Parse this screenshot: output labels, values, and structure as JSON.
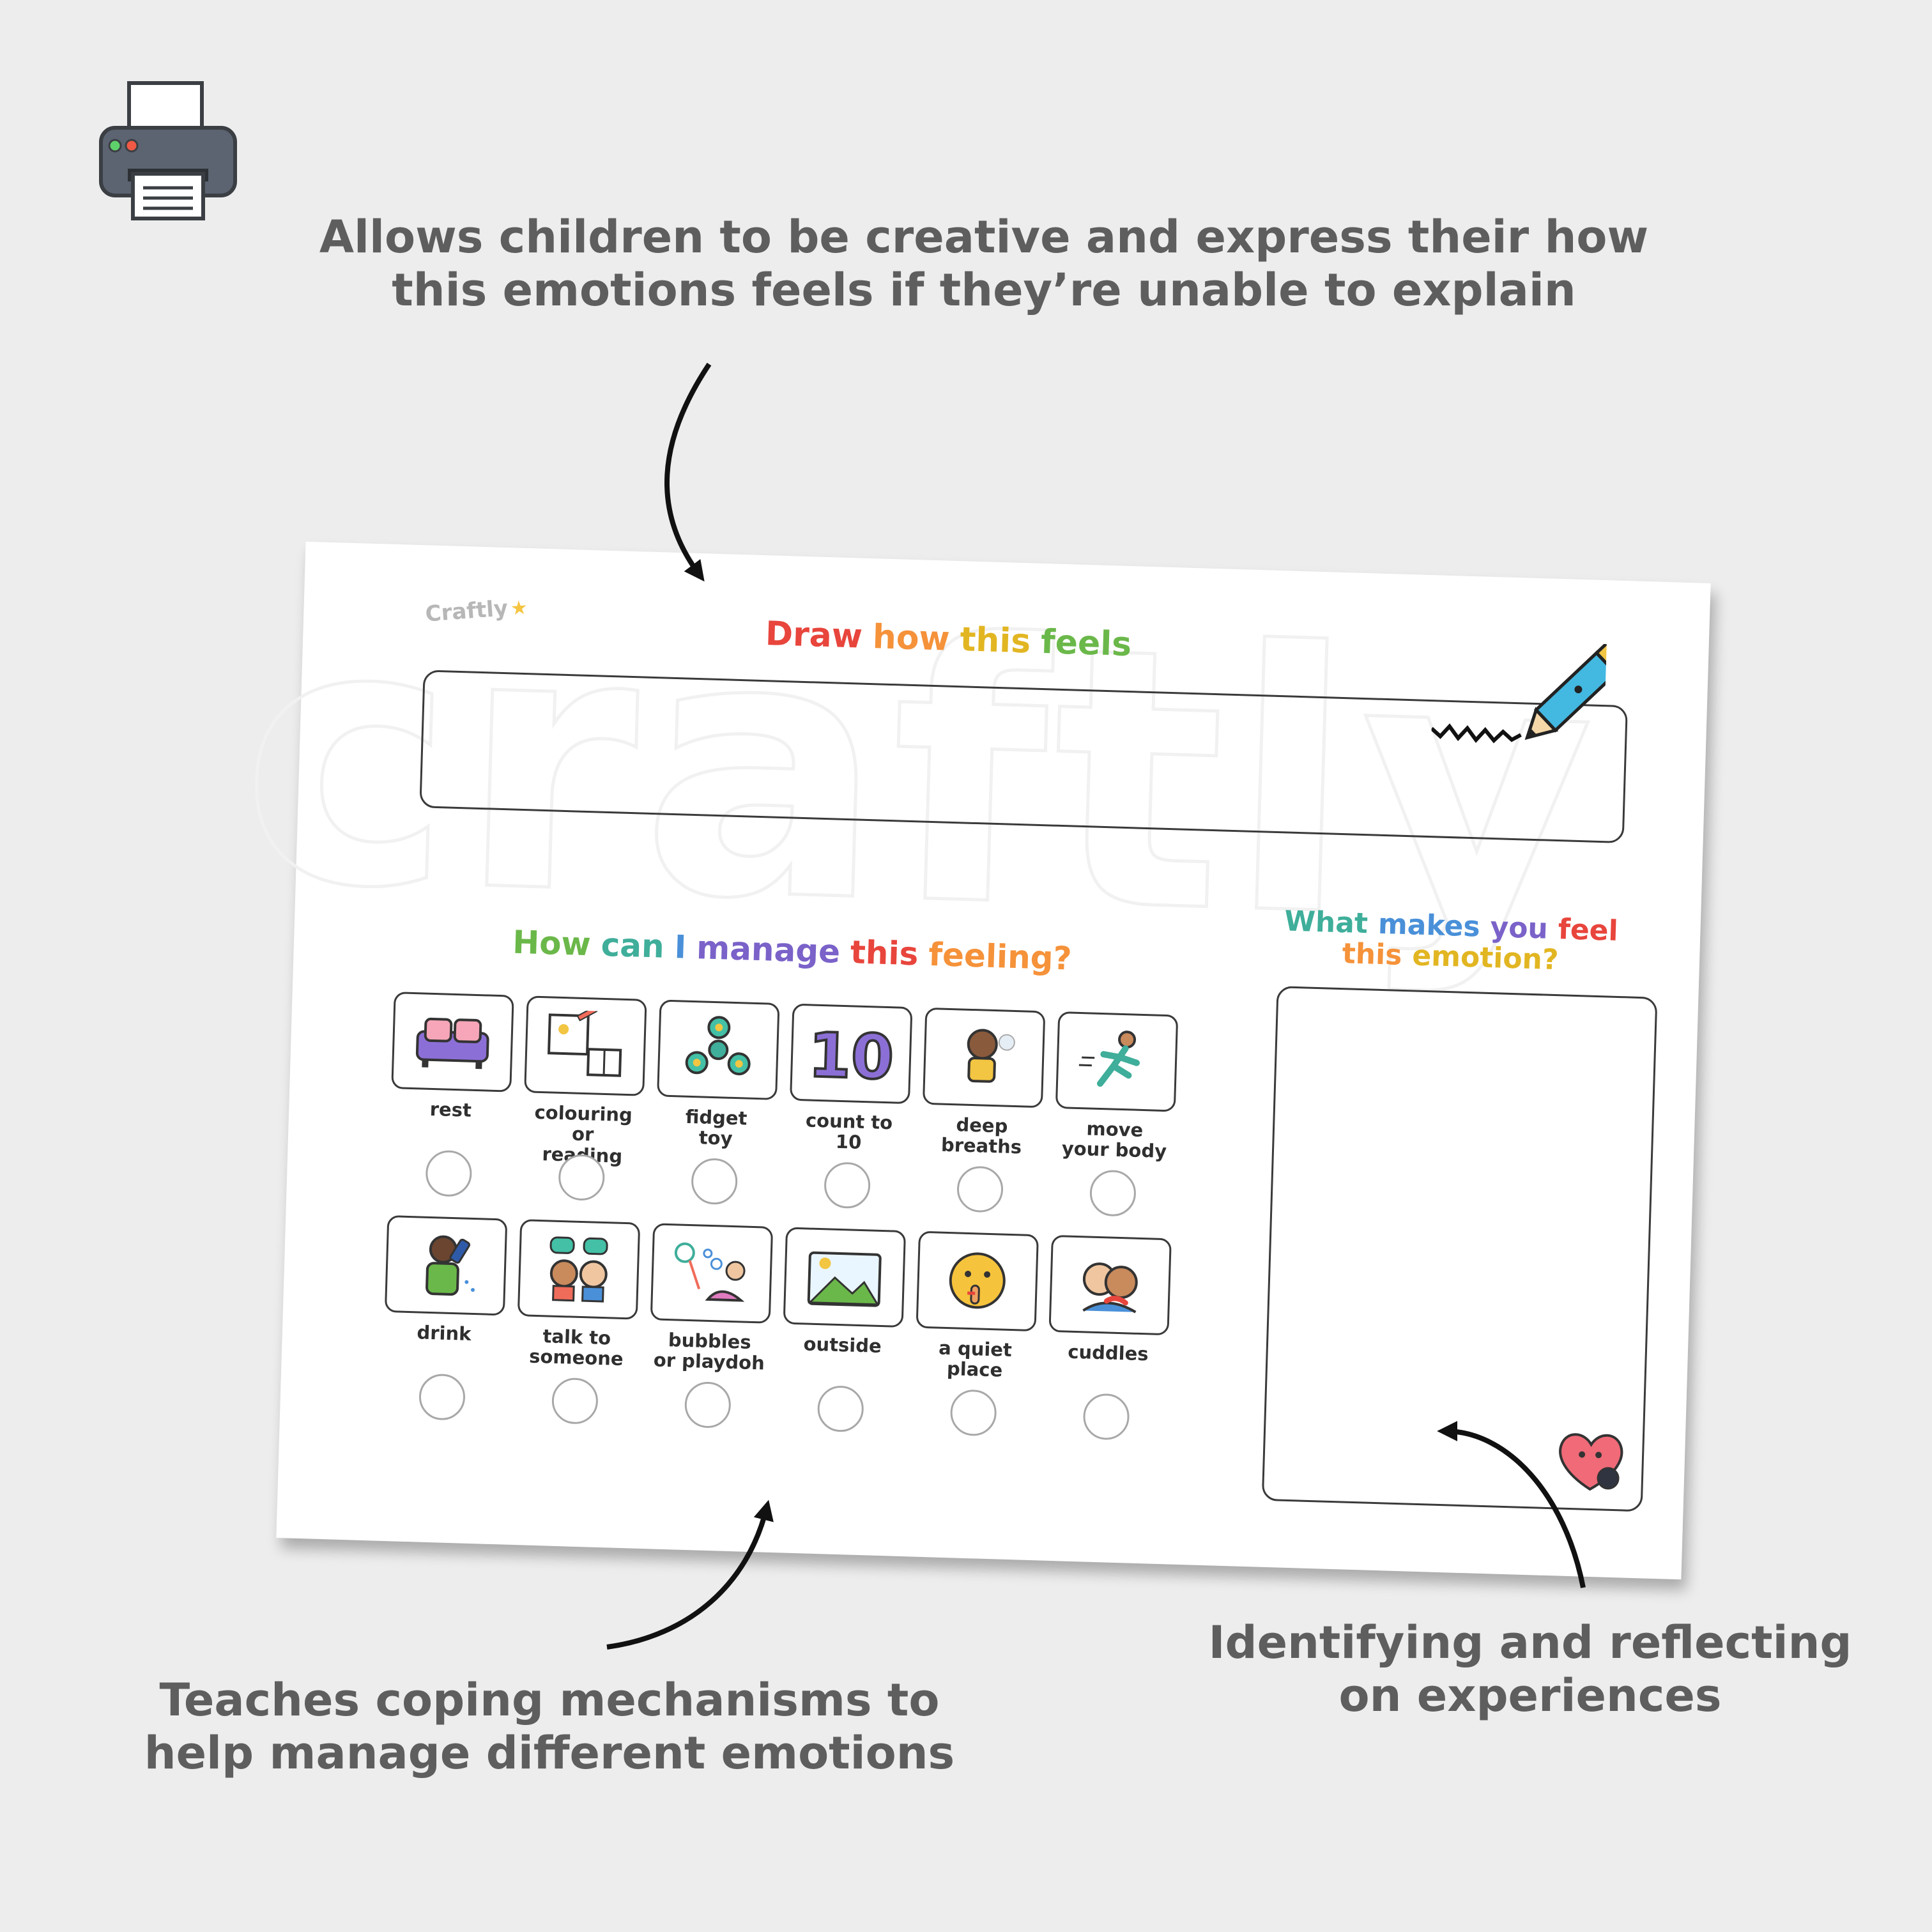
{
  "callouts": {
    "top": [
      "Allows children to be creative and express their how",
      "this emotions feels if they’re unable to explain"
    ],
    "bottom_left": [
      "Teaches coping mechanisms to",
      "help manage different emotions"
    ],
    "bottom_right": [
      "Identifying and reflecting",
      "on experiences"
    ]
  },
  "worksheet": {
    "watermark": "craftly",
    "logo": "Craftly",
    "draw_title_words": [
      "Draw",
      "how",
      "this",
      "feels"
    ],
    "reflect_title_lines": [
      [
        "What",
        "makes",
        "you",
        "feel"
      ],
      [
        "this",
        "emotion?"
      ]
    ],
    "manage_title_words": [
      "How",
      "can",
      "I",
      "manage",
      "this",
      "feeling?"
    ],
    "rainbow_colors": [
      "#e8453c",
      "#f5923a",
      "#e2b622",
      "#6bb84a",
      "#3fae9a",
      "#4a90d9",
      "#7a62c9"
    ],
    "coping_rows": [
      [
        {
          "icon": "sofa-icon",
          "label": "rest"
        },
        {
          "icon": "book-drawing-icon",
          "label": "colouring or\nreading"
        },
        {
          "icon": "fidget-spinner-icon",
          "label": "fidget\ntoy"
        },
        {
          "icon": "number-ten-icon",
          "label": "count to 10"
        },
        {
          "icon": "breathing-girl-icon",
          "label": "deep breaths"
        },
        {
          "icon": "running-person-icon",
          "label": "move\nyour body"
        }
      ],
      [
        {
          "icon": "drinking-person-icon",
          "label": "drink"
        },
        {
          "icon": "talking-people-icon",
          "label": "talk to\nsomeone"
        },
        {
          "icon": "bubbles-playdoh-icon",
          "label": "bubbles\nor playdoh"
        },
        {
          "icon": "landscape-icon",
          "label": "outside"
        },
        {
          "icon": "quiet-face-icon",
          "label": "a quiet\nplace"
        },
        {
          "icon": "hugging-people-icon",
          "label": "cuddles"
        }
      ]
    ]
  }
}
